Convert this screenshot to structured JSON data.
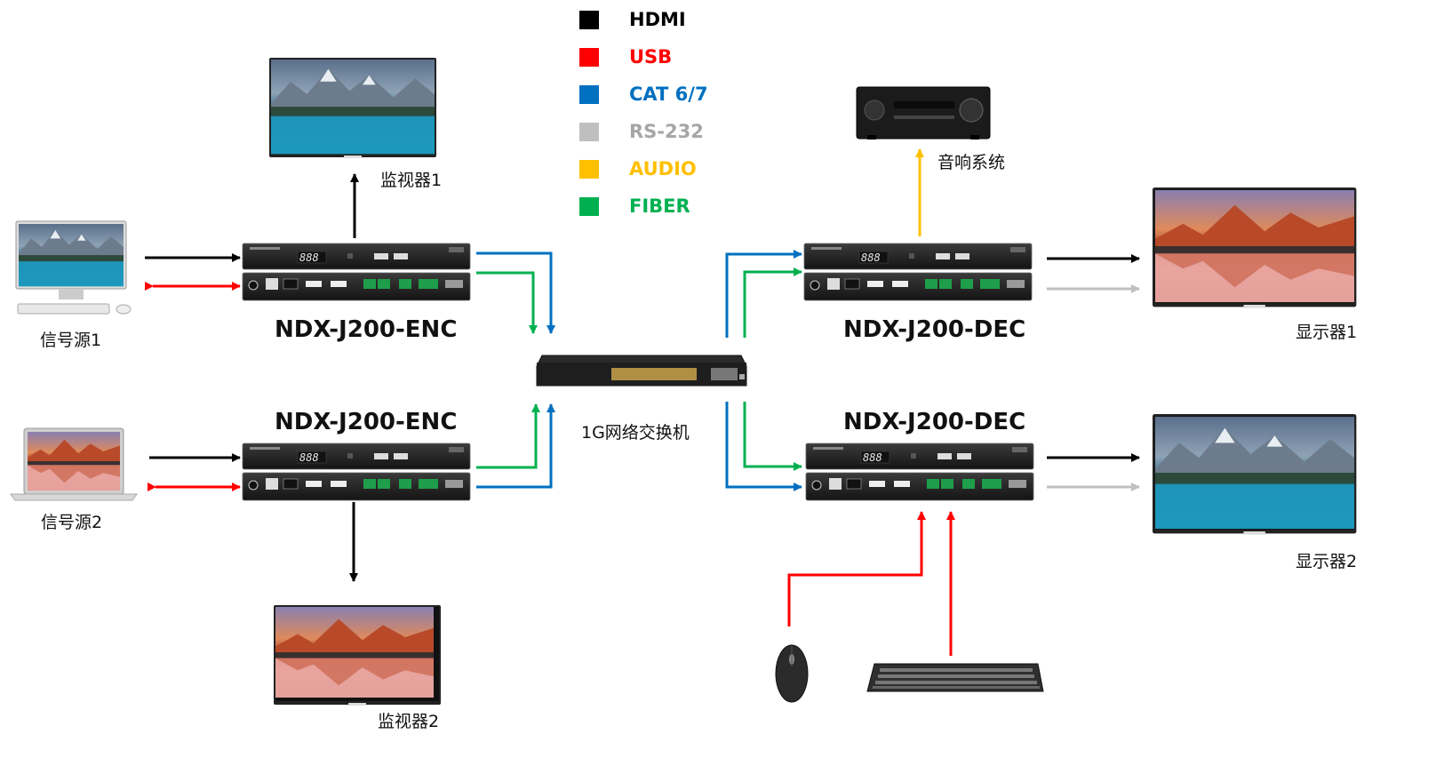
{
  "legend": [
    {
      "label": "HDMI",
      "color": "#000000"
    },
    {
      "label": "USB",
      "color": "#ff0000"
    },
    {
      "label": "CAT 6/7",
      "color": "#0070c0"
    },
    {
      "label": "RS-232",
      "color": "#bfbfbf"
    },
    {
      "label": "AUDIO",
      "color": "#ffc000"
    },
    {
      "label": "FIBER",
      "color": "#00b050"
    }
  ],
  "encoders": {
    "enc1": "NDX-J200-ENC",
    "enc2": "NDX-J200-ENC"
  },
  "decoders": {
    "dec1": "NDX-J200-DEC",
    "dec2": "NDX-J200-DEC"
  },
  "switch_label": "1G网络交换机",
  "sources": {
    "source1": "信号源1",
    "source2": "信号源2"
  },
  "monitors": {
    "monitor1": "监视器1",
    "monitor2": "监视器2"
  },
  "displays": {
    "display1": "显示器1",
    "display2": "显示器2"
  },
  "audio_system": "音响系统",
  "device_readout": "888"
}
